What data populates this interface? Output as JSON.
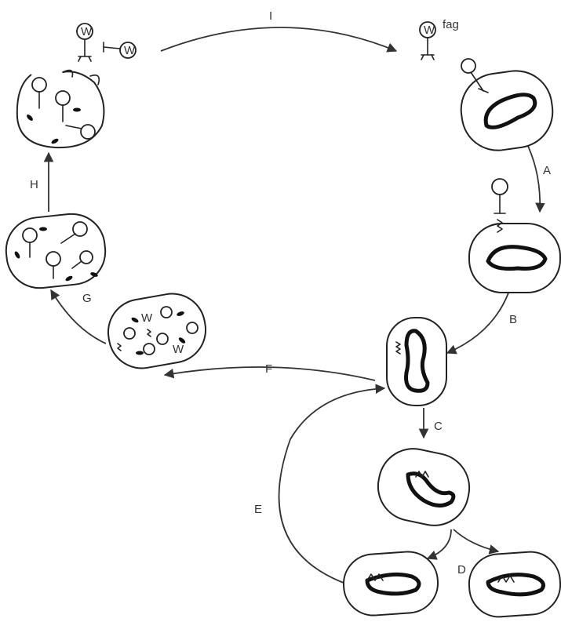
{
  "labels": {
    "phage": "fag",
    "A": "A",
    "B": "B",
    "C": "C",
    "D": "D",
    "E": "E",
    "F": "F",
    "G": "G",
    "H": "H",
    "I": "I"
  },
  "phage_glyph": "W",
  "colors": {
    "ink": "#222222",
    "label": "#333333",
    "background": "#ffffff"
  }
}
